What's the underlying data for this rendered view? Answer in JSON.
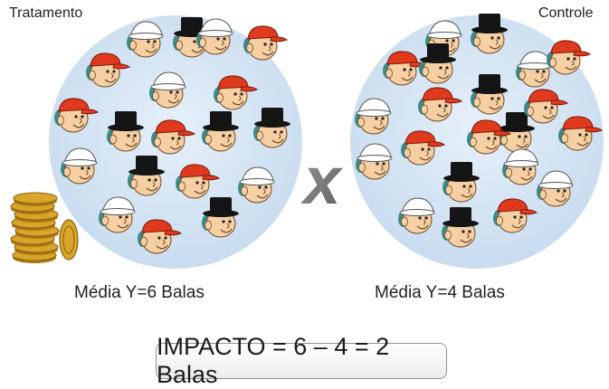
{
  "groups": {
    "left": {
      "label": "Tratamento",
      "mean": "Média Y=6 Balas",
      "faces": [
        "red-cap",
        "white-hat",
        "black-hat",
        "red-cap",
        "white-hat",
        "red-cap",
        "white-hat",
        "white-hat",
        "black-hat",
        "red-cap",
        "black-hat",
        "black-hat",
        "red-cap",
        "black-hat",
        "red-cap",
        "white-hat",
        "white-hat",
        "red-cap",
        "black-hat"
      ]
    },
    "right": {
      "label": "Controle",
      "mean": "Média Y=4 Balas",
      "faces": [
        "white-hat",
        "black-hat",
        "red-cap",
        "white-hat",
        "red-cap",
        "black-hat",
        "black-hat",
        "red-cap",
        "white-hat",
        "red-cap",
        "white-hat",
        "red-cap",
        "black-hat",
        "white-hat",
        "red-cap",
        "white-hat",
        "black-hat",
        "red-cap",
        "white-hat",
        "black-hat",
        "red-cap"
      ]
    }
  },
  "versus_icon": "x-icon",
  "coins_icon": "coin-stack-icon",
  "impact_text": "IMPACTO = 6 – 4 = 2 Balas",
  "colors": {
    "circle_fill": "#d6e6f5",
    "skin": "#f6cfa2",
    "hair": "#3a8c8c",
    "red_cap": "#e03a1e",
    "black_hat": "#151515",
    "white_hat": "#ffffff",
    "coin": "#d9a52a",
    "versus": "#7a7a7a"
  }
}
